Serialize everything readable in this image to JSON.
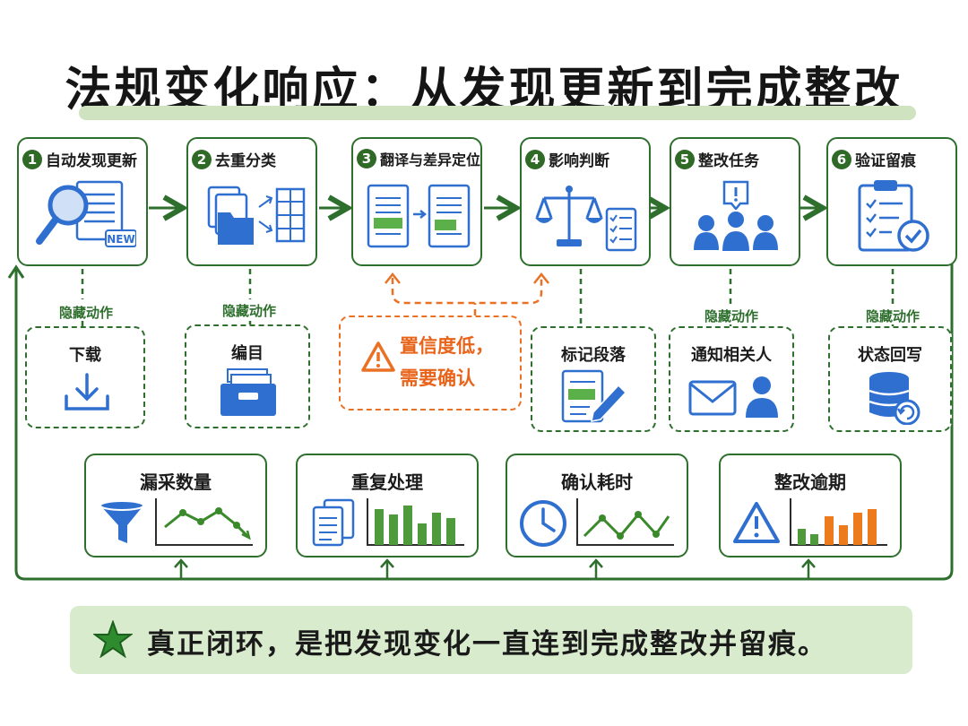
{
  "title": "法规变化响应：从发现更新到完成整改",
  "stages": [
    {
      "number": "1",
      "label": "自动发现更新",
      "icon": "magnifier-document-icon",
      "badge": "NEW"
    },
    {
      "number": "2",
      "label": "去重分类",
      "icon": "folder-sort-grid-icon"
    },
    {
      "number": "3",
      "label": "翻译与差异定位",
      "icon": "document-compare-icon"
    },
    {
      "number": "4",
      "label": "影响判断",
      "icon": "scales-checklist-icon"
    },
    {
      "number": "5",
      "label": "整改任务",
      "icon": "team-alert-icon"
    },
    {
      "number": "6",
      "label": "验证留痕",
      "icon": "clipboard-check-icon"
    }
  ],
  "hidden_action_label": "隐藏动作",
  "actions": [
    {
      "label": "下载",
      "icon": "download-icon"
    },
    {
      "label": "编目",
      "icon": "file-cabinet-icon"
    },
    {
      "label": "标记段落",
      "icon": "document-pen-icon"
    },
    {
      "label": "通知相关人",
      "icon": "mail-person-icon"
    },
    {
      "label": "状态回写",
      "icon": "database-sync-icon"
    }
  ],
  "low_confidence": {
    "line1": "置信度低，",
    "line2": "需要确认",
    "icon": "warning-icon"
  },
  "metrics": [
    {
      "label": "漏采数量",
      "icon": "funnel-icon",
      "chart": "line-down"
    },
    {
      "label": "重复处理",
      "icon": "duplicate-docs-icon",
      "chart": "bars"
    },
    {
      "label": "确认耗时",
      "icon": "clock-icon",
      "chart": "line-zigzag"
    },
    {
      "label": "整改逾期",
      "icon": "warning-icon",
      "chart": "bars-highlight"
    }
  ],
  "banner": "真正闭环，是把发现变化一直连到完成整改并留痕。",
  "colors": {
    "green": "#2e6f2e",
    "light_green": "#d9ebcd",
    "blue": "#2f6fd0",
    "orange": "#ea7024"
  }
}
